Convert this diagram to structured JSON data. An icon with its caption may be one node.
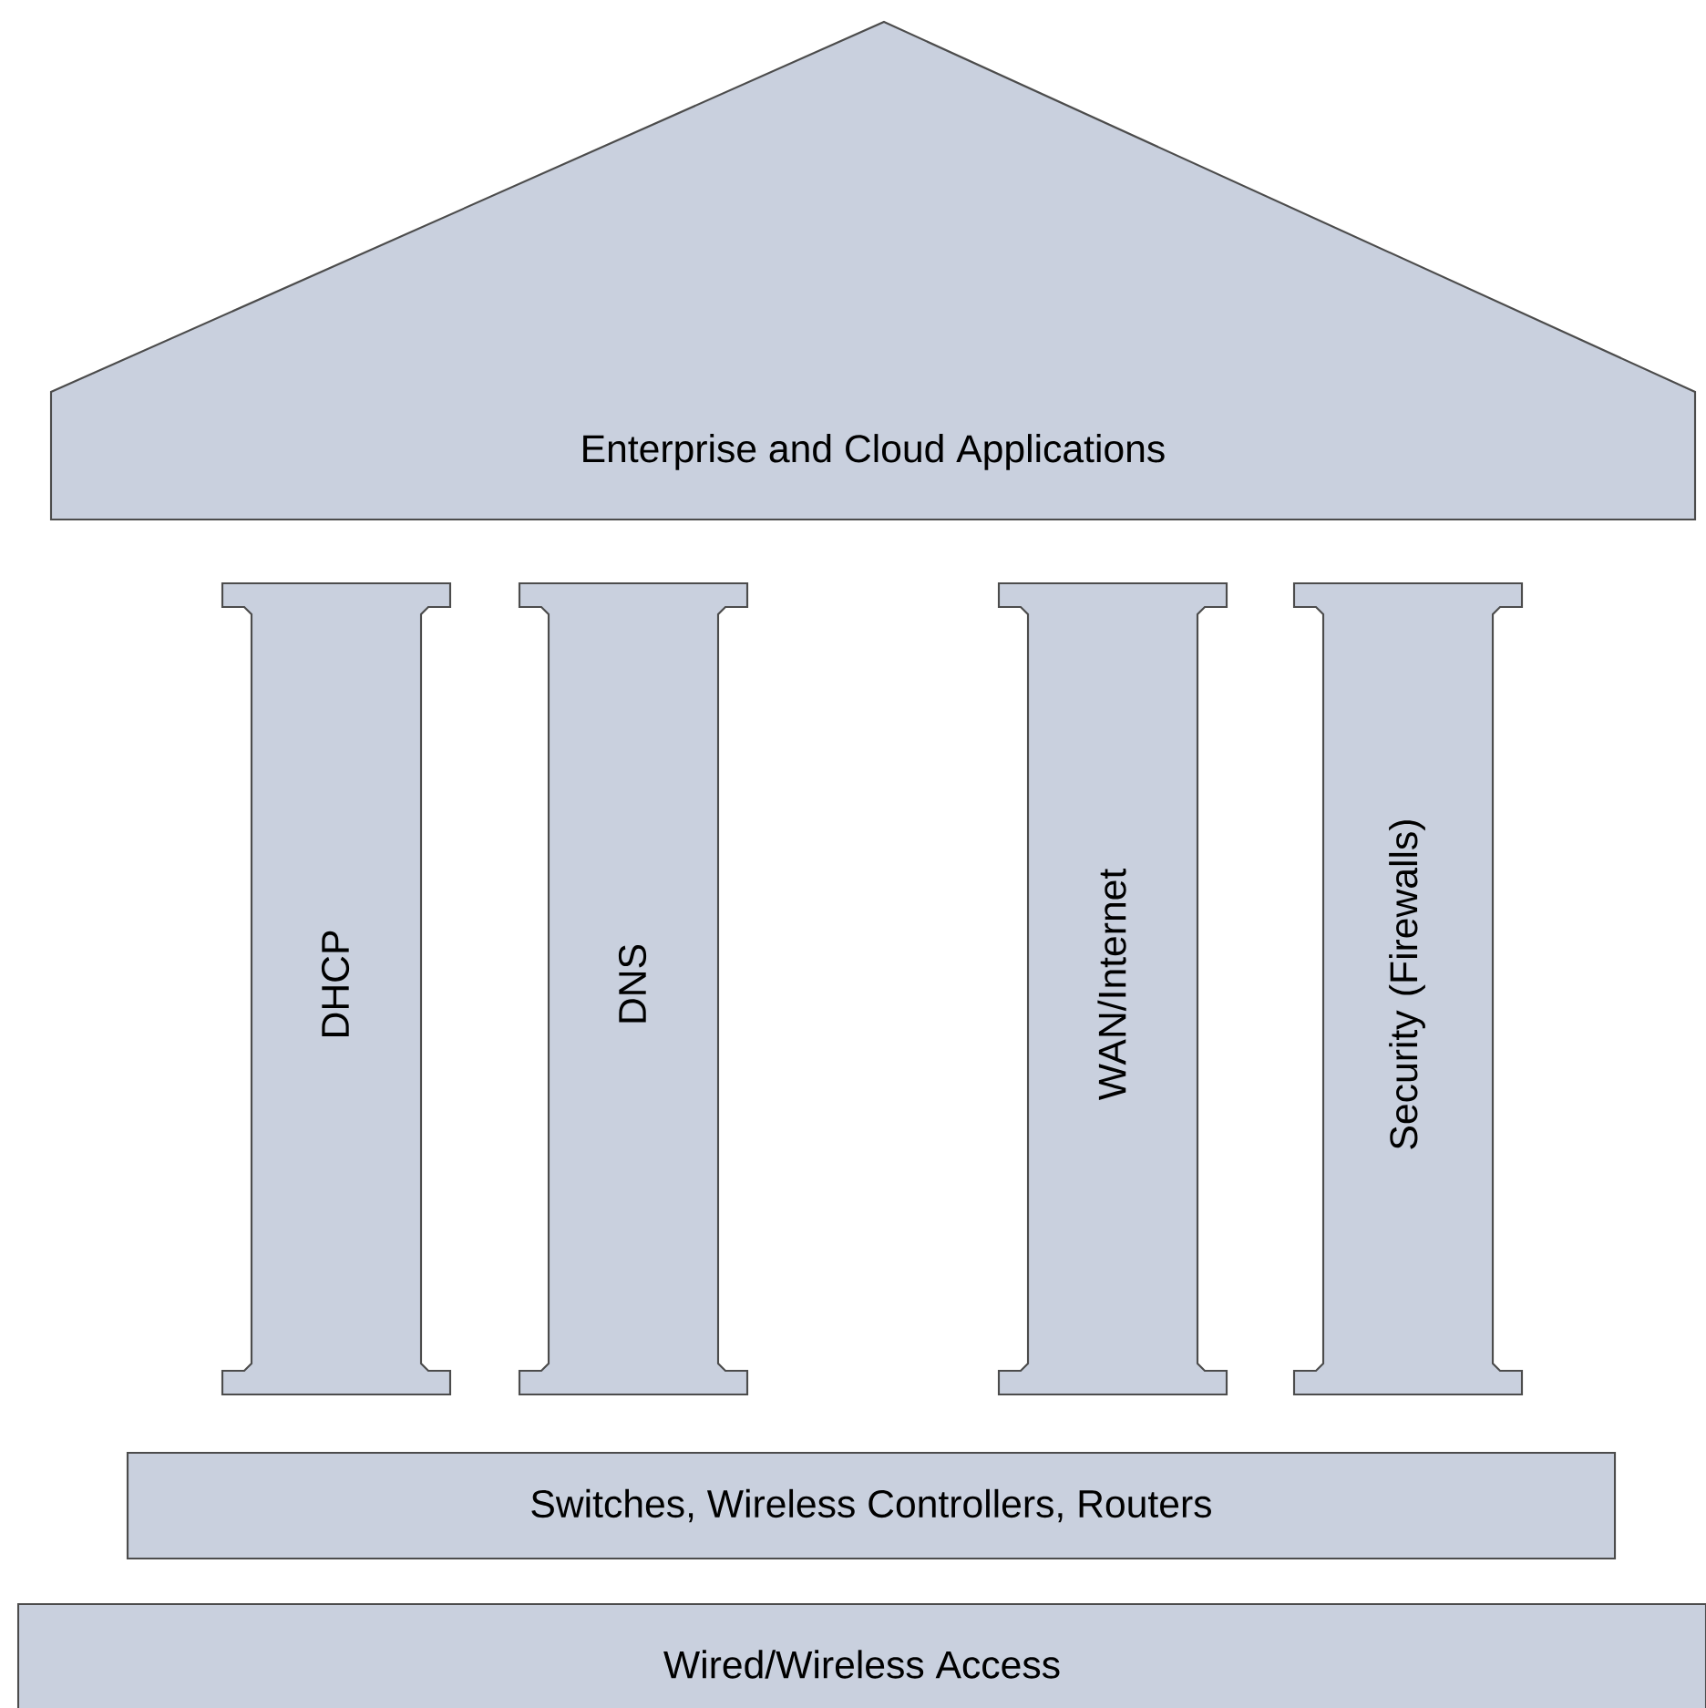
{
  "diagram": {
    "nodes": [
      {
        "text": [
          "Enterprise and Cloud Applications"
        ]
      },
      {
        "text": [
          "DHCP"
        ]
      },
      {
        "text": [
          "DNS"
        ]
      },
      {
        "text": [
          "WAN/Internet"
        ]
      },
      {
        "text": [
          "Security (Firewalls)"
        ]
      },
      {
        "text": [
          "Switches, Wireless Controllers, Routers"
        ]
      },
      {
        "text": [
          "Wired/Wireless Access"
        ]
      }
    ]
  }
}
